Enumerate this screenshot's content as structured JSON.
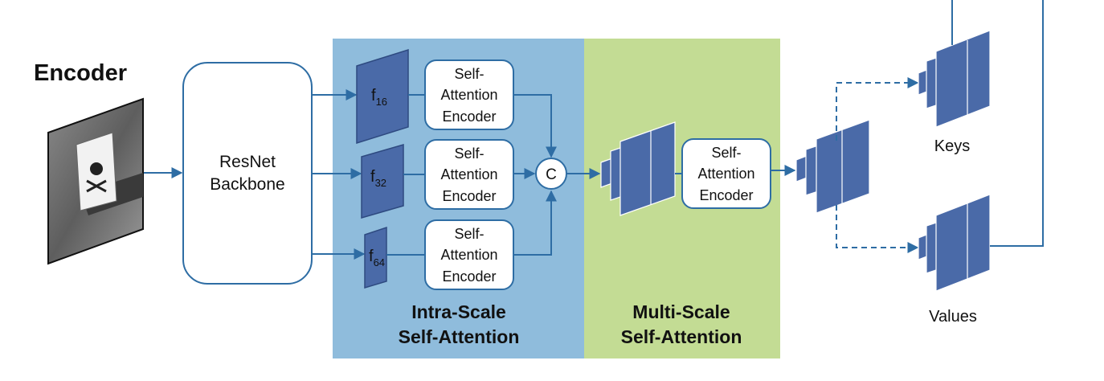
{
  "title": "Encoder",
  "backbone": {
    "line1": "ResNet",
    "line2": "Backbone"
  },
  "features": [
    {
      "base": "f",
      "sub": "16"
    },
    {
      "base": "f",
      "sub": "32"
    },
    {
      "base": "f",
      "sub": "64"
    }
  ],
  "sa_encoder": {
    "line1": "Self-",
    "line2": "Attention",
    "line3": "Encoder"
  },
  "concat": "C",
  "regions": {
    "intra": {
      "line1": "Intra-Scale",
      "line2": "Self-Attention",
      "color": "#8fbcdc"
    },
    "multi": {
      "line1": "Multi-Scale",
      "line2": "Self-Attention",
      "color": "#c3dc94"
    }
  },
  "keys_label": "Keys",
  "values_label": "Values",
  "colors": {
    "arrow": "#2e6da4",
    "feature_fill": "#4a6aa8",
    "feature_stroke": "#2e4a80"
  }
}
